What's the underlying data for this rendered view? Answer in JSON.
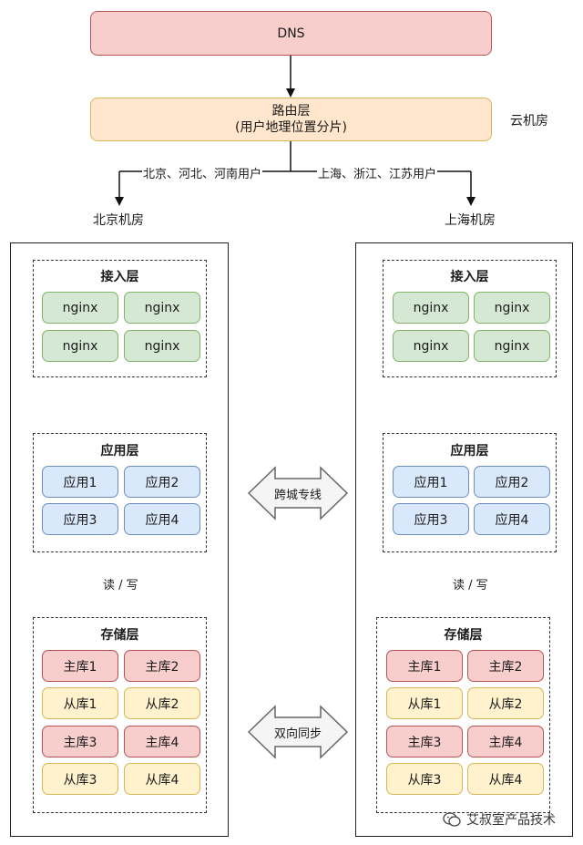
{
  "dns": "DNS",
  "routing": {
    "title": "路由层",
    "subtitle": "(用户地理位置分片)"
  },
  "cloud_label": "云机房",
  "edges": {
    "left_users": "北京、河北、河南用户",
    "right_users": "上海、浙江、江苏用户",
    "read_write": "读 / 写"
  },
  "datacenters": [
    {
      "name": "北京机房",
      "access": {
        "title": "接入层",
        "nodes": [
          "nginx",
          "nginx",
          "nginx",
          "nginx"
        ]
      },
      "app": {
        "title": "应用层",
        "nodes": [
          "应用1",
          "应用2",
          "应用3",
          "应用4"
        ]
      },
      "storage": {
        "title": "存储层",
        "nodes": [
          "主库1",
          "主库2",
          "从库1",
          "从库2",
          "主库3",
          "主库4",
          "从库3",
          "从库4"
        ]
      }
    },
    {
      "name": "上海机房",
      "access": {
        "title": "接入层",
        "nodes": [
          "nginx",
          "nginx",
          "nginx",
          "nginx"
        ]
      },
      "app": {
        "title": "应用层",
        "nodes": [
          "应用1",
          "应用2",
          "应用3",
          "应用4"
        ]
      },
      "storage": {
        "title": "存储层",
        "nodes": [
          "主库1",
          "主库2",
          "从库1",
          "从库2",
          "主库3",
          "主库4",
          "从库3",
          "从库4"
        ]
      }
    }
  ],
  "links": {
    "dedicated_line": "跨城专线",
    "sync": "双向同步"
  },
  "watermark": "艾叔室产品技术",
  "colors": {
    "nginx": "#d5e8d4",
    "app": "#dae8fc",
    "master_db": "#f8cecc",
    "slave_db": "#fff2cc",
    "routing": "#ffe6cc",
    "dns": "#f8cecc"
  }
}
